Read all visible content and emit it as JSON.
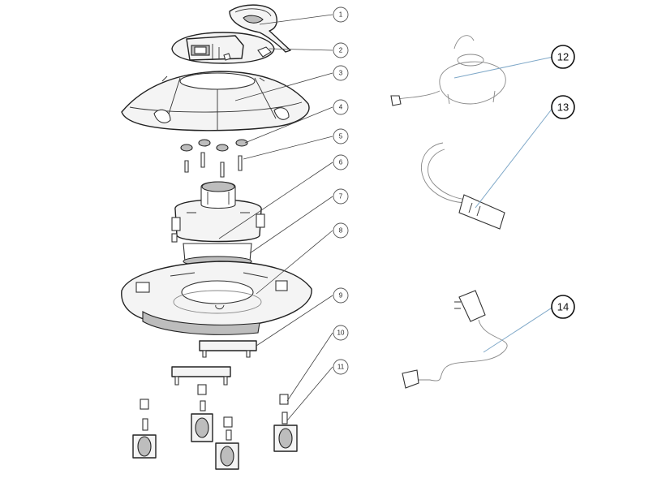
{
  "callouts": [
    {
      "id": "1",
      "label": "1"
    },
    {
      "id": "2",
      "label": "2"
    },
    {
      "id": "3",
      "label": "3"
    },
    {
      "id": "4",
      "label": "4"
    },
    {
      "id": "5",
      "label": "5"
    },
    {
      "id": "6",
      "label": "6"
    },
    {
      "id": "7",
      "label": "7"
    },
    {
      "id": "8",
      "label": "8"
    },
    {
      "id": "9",
      "label": "9"
    },
    {
      "id": "10",
      "label": "10"
    },
    {
      "id": "11",
      "label": "11"
    },
    {
      "id": "12",
      "label": "12"
    },
    {
      "id": "13",
      "label": "13"
    },
    {
      "id": "14",
      "label": "14"
    }
  ],
  "colors": {
    "line": "#222222",
    "leader_blue": "#7fa8c8",
    "background": "#ffffff"
  }
}
